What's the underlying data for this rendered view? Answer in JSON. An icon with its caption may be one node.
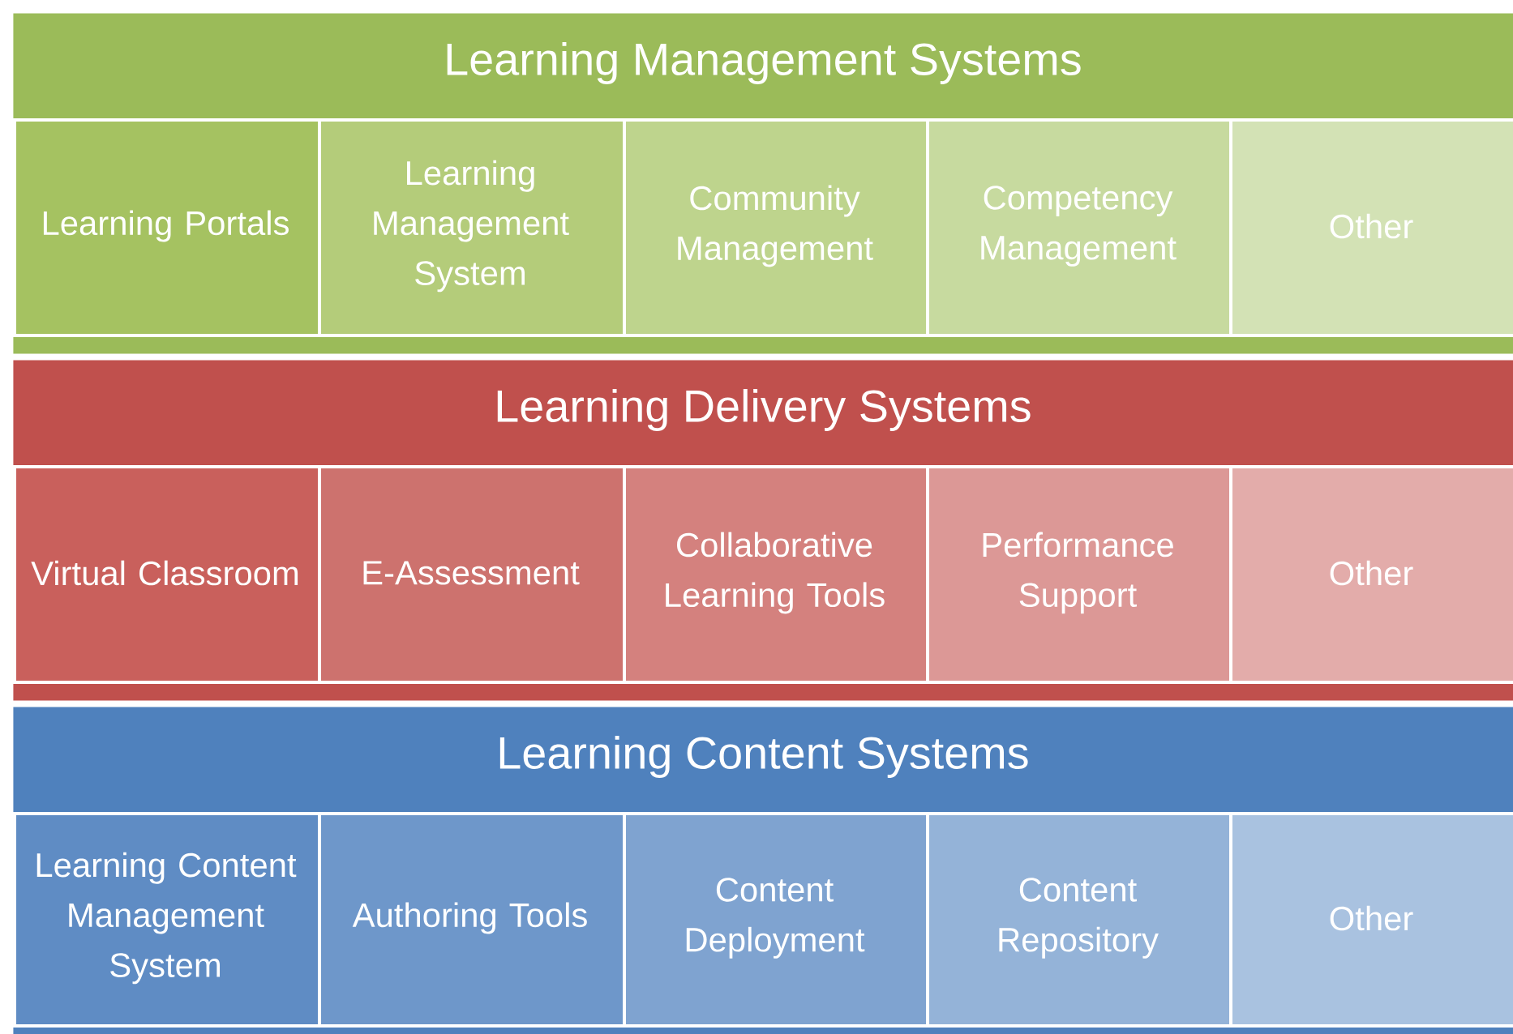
{
  "diagram": {
    "nodes": [
      {
        "text": [
          "Learning Management Systems"
        ]
      },
      {
        "text": [
          "Learning Portals"
        ],
        "in": 0
      },
      {
        "text": [
          "Learning Management System"
        ],
        "in": 0
      },
      {
        "text": [
          "Community Management"
        ],
        "in": 0
      },
      {
        "text": [
          "Competency Management"
        ],
        "in": 0
      },
      {
        "text": [
          "Other"
        ],
        "in": 0
      },
      {
        "text": [
          "Learning Delivery Systems"
        ]
      },
      {
        "text": [
          "Virtual Classroom"
        ],
        "in": 6
      },
      {
        "text": [
          "E-Assessment"
        ],
        "in": 6
      },
      {
        "text": [
          "Collaborative Learning Tools"
        ],
        "in": 6
      },
      {
        "text": [
          "Performance Support"
        ],
        "in": 6
      },
      {
        "text": [
          "Other"
        ],
        "in": 6
      },
      {
        "text": [
          "Learning Content Systems"
        ]
      },
      {
        "text": [
          "Learning Content Management System"
        ],
        "in": 12
      },
      {
        "text": [
          "Authoring Tools"
        ],
        "in": 12
      },
      {
        "text": [
          "Content Deployment"
        ],
        "in": 12
      },
      {
        "text": [
          "Content Repository"
        ],
        "in": 12
      },
      {
        "text": [
          "Other"
        ],
        "in": 12
      }
    ]
  }
}
